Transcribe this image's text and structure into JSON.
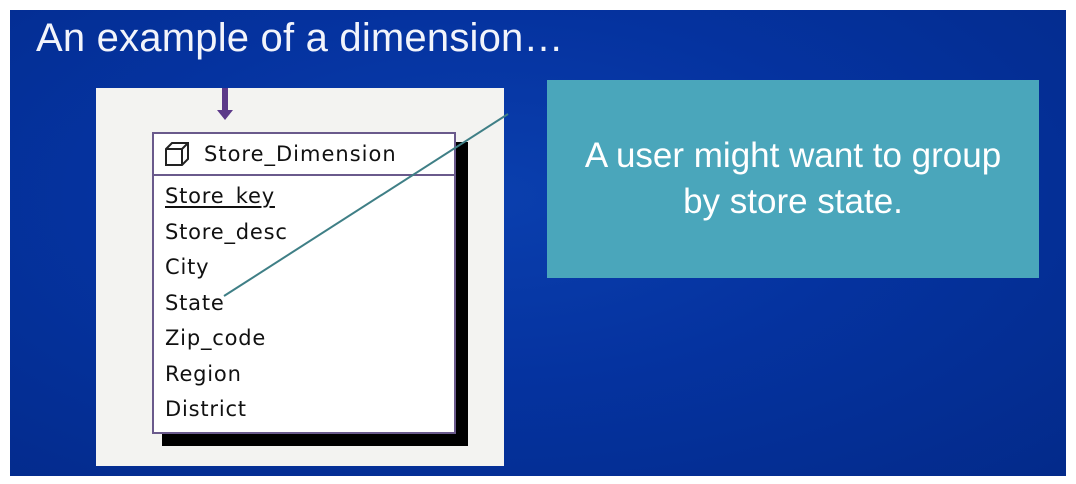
{
  "slide": {
    "title": "An example of a dimension…",
    "background_color": "#0533a0"
  },
  "entity": {
    "name": "Store_Dimension",
    "icon": "table-icon",
    "attributes": [
      {
        "label": "Store_key",
        "is_key": true
      },
      {
        "label": "Store_desc",
        "is_key": false
      },
      {
        "label": "City",
        "is_key": false
      },
      {
        "label": "State",
        "is_key": false
      },
      {
        "label": "Zip_code",
        "is_key": false
      },
      {
        "label": "Region",
        "is_key": false
      },
      {
        "label": "District",
        "is_key": false
      }
    ],
    "border_color": "#6a5a8c"
  },
  "callout": {
    "text": "A user might want to group by store state.",
    "background_color": "#4aa6bb"
  }
}
